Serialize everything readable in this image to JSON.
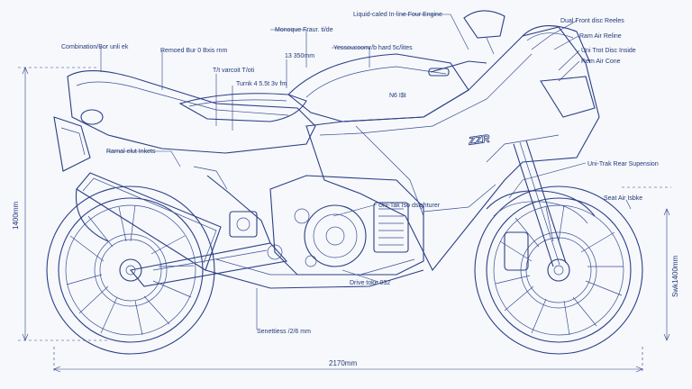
{
  "labels": {
    "engine": "Liquid-caled In-line Four Engine",
    "disc_brakes": "Dual Front disc Reeles",
    "monoque_frame": "Monoque Fraur. ti/de",
    "ram_air_top": "Ram Air Reline",
    "tank_fair": "Yessoucoomr/b hard 5c/lites",
    "uni_trk_disc": "Uni Trot Disc Inside",
    "ram_air_cone": "Rem Air Cone",
    "combination_tail": "Combination/Bor unli ek",
    "removed_bar": "Remoed Bur 0 Bxis rnm",
    "dim_350": "13 350mm",
    "transmission": "T/t varcoit T/oti",
    "turnk": "Turnk 4 5.5t 3v fm",
    "badge_ne": "N6 I$t",
    "rear_shock": "Rarnal elut Inkets",
    "uni_trak_rear": "Uni-Trak Rear Supension",
    "uni_trak_disc": "Uni-Tak Iso dsighturer",
    "seat_air": "Seat Air Isbke",
    "drive_chain": "Drive toke 032",
    "swingarm": "Senettiess /2/6 mm",
    "badge": "ZZR"
  },
  "dimensions": {
    "height": "1400mm",
    "width": "2170mm",
    "front_height": "Swk1400mm"
  }
}
